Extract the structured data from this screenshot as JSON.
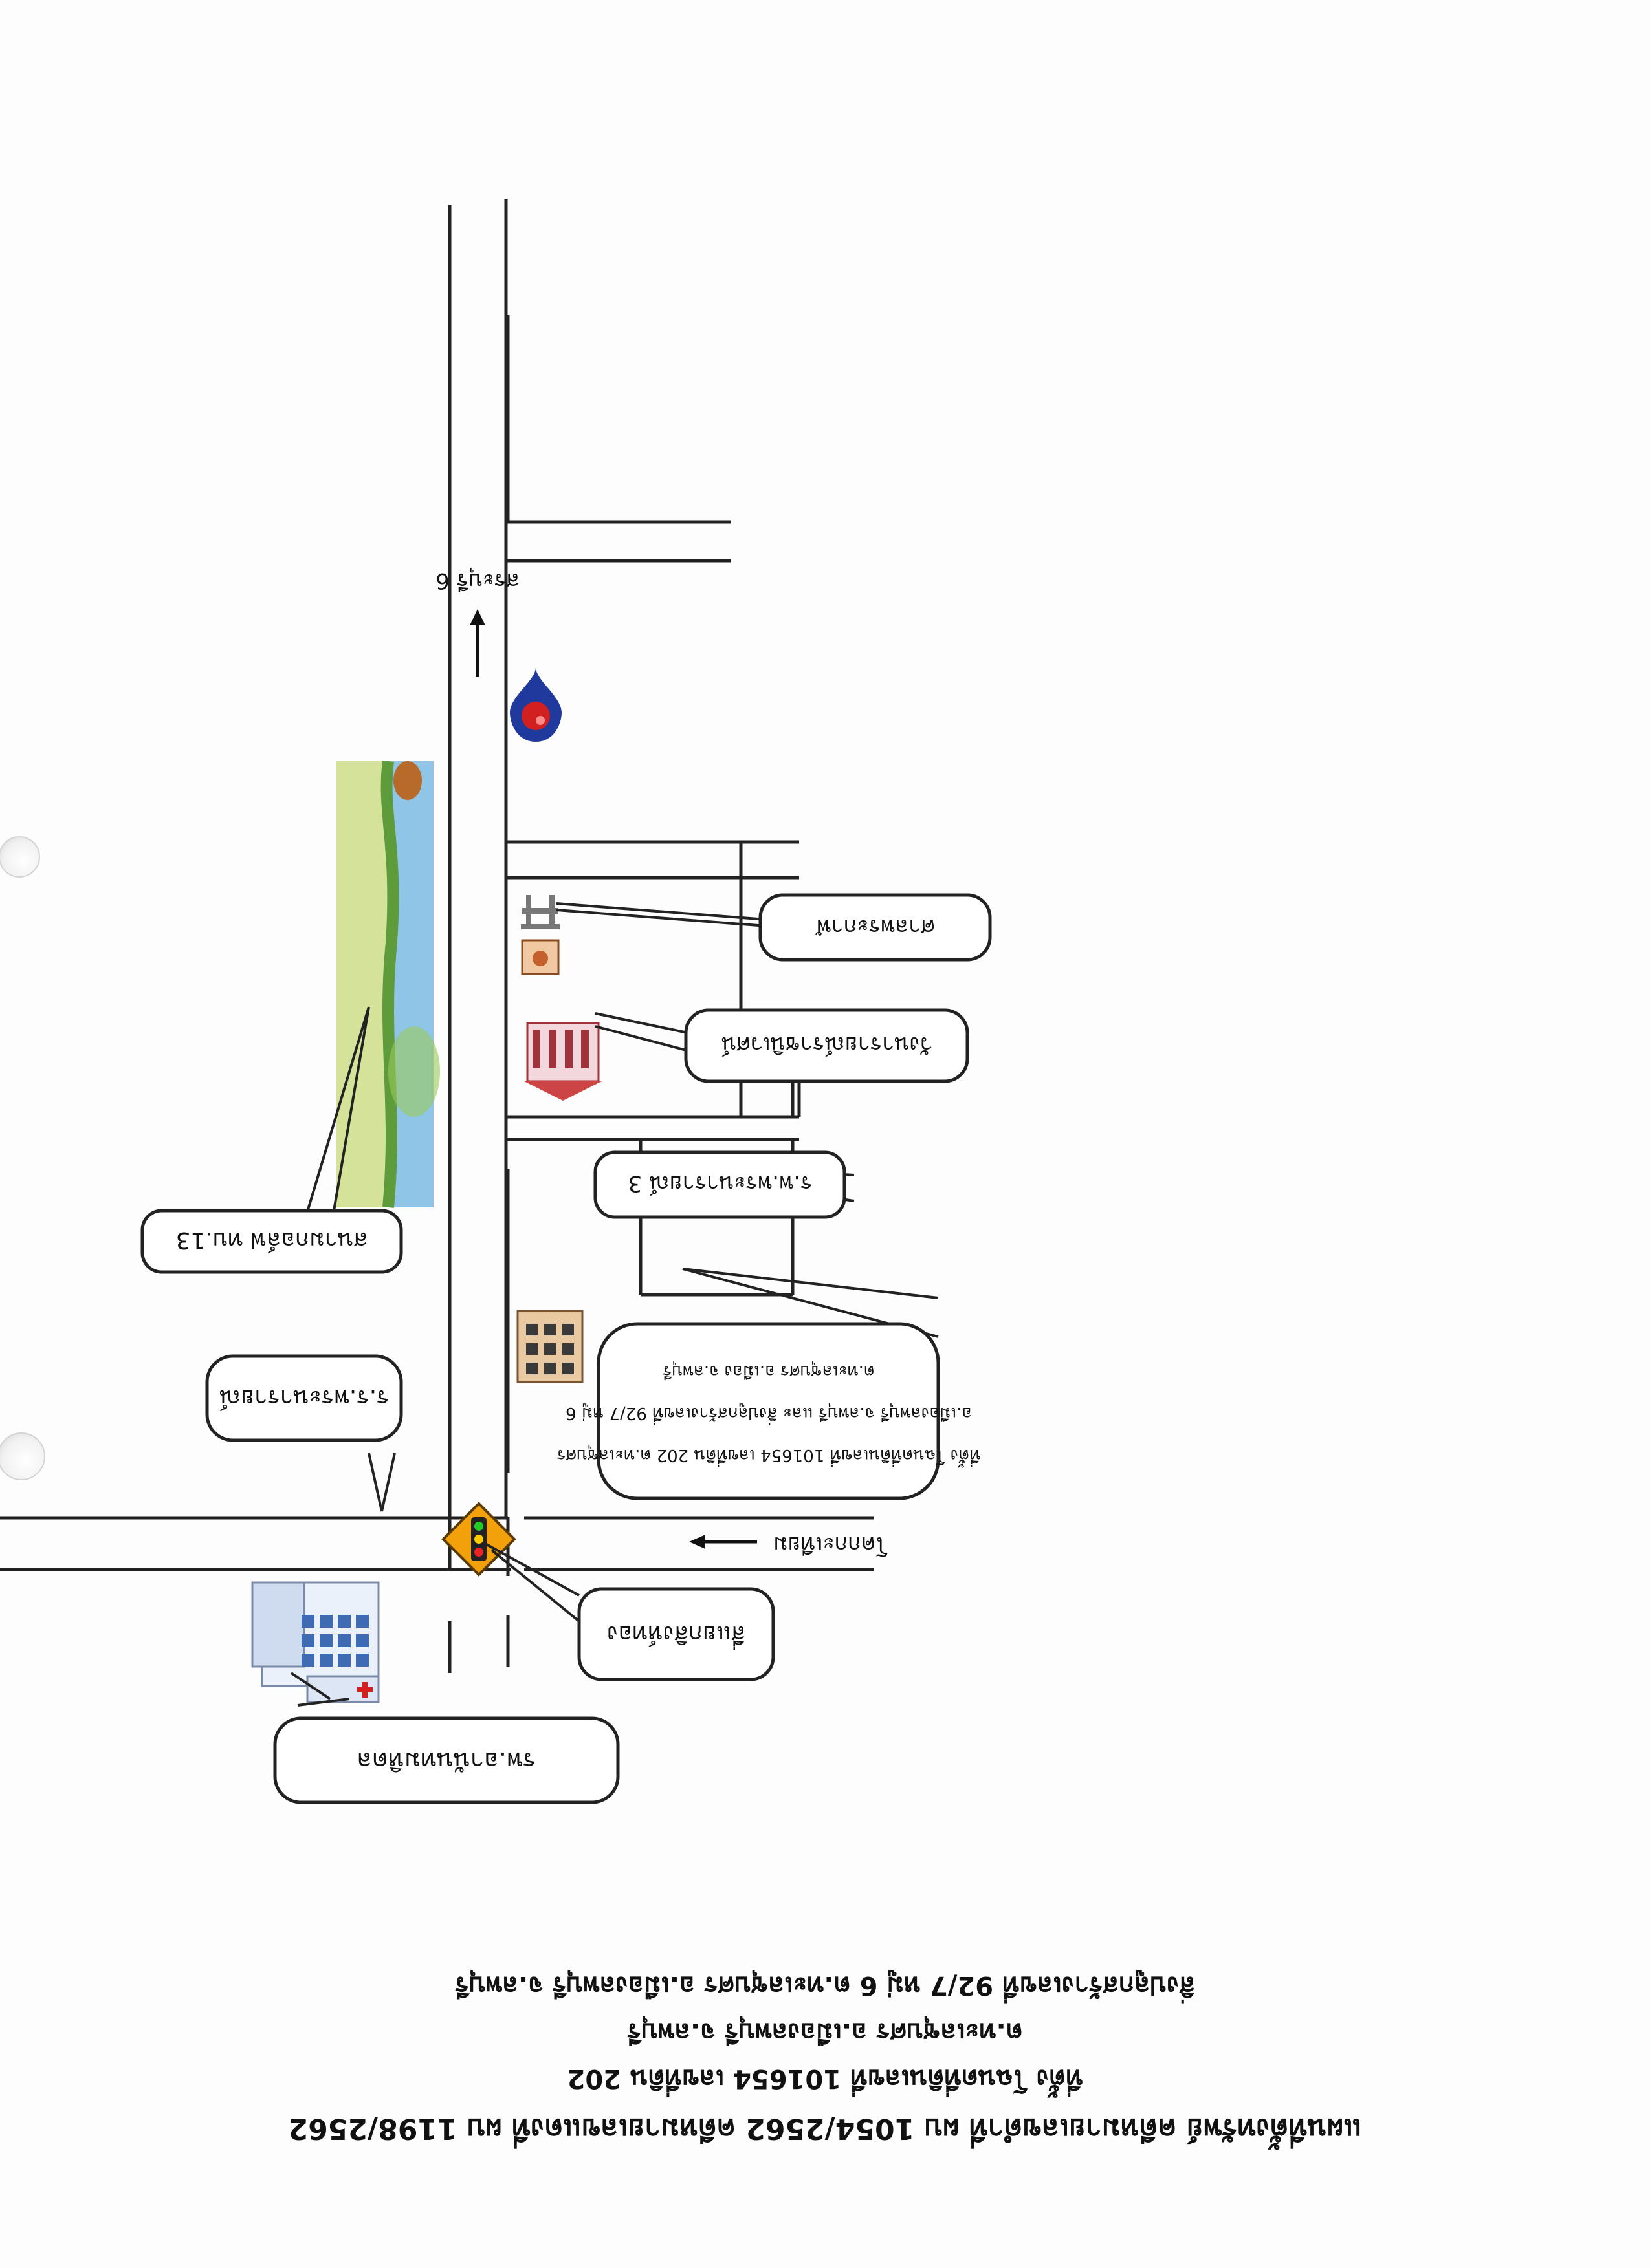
{
  "header": {
    "title": "แผนที่ตั้งทรัพย์ คดีหมายเลขดำที่ ผบ 1054/2562 คดีหมายเลขแดงที่ ผบ 1198/2562",
    "line1": "ที่ตั้ง โฉนดที่ดินเลขที่ 101654 เลขที่ดิน 202",
    "line2": "ต.ทะเลชุบศร อ.เมืองลพบุรี จ.ลพบุรี",
    "line3": "สิ่งปลูกสร้างเลขที่ 92/7 หมู่ 6 ต.ทะเลชุบศร อ.เมืองลพบุรี จ.ลพบุรี"
  },
  "map": {
    "road_top_label": "สระบุรี 6",
    "road_mid_label": "โคกกะเทียม",
    "callouts": {
      "hospital": "รพ.อานันทมหิดล",
      "signal": "สี่แยกสิงห์ทอง",
      "school": "ร.ร.พระนารายณ์",
      "golf": "สนามกอล์ฟ ทบ.13",
      "property": [
        "ที่ตั้ง โฉนดที่ดินเลขที่ 101654 เลขที่ดิน 202 ต.ทะเลชุบศร",
        "อ.เมืองลพบุรี จ.ลพบุรี และ สิ่งปลูกสร้างเลขที่ 92/7 หมู่ 6",
        "ต.ทะเลชุบศร อ.เมือง จ.ลพบุรี"
      ],
      "ramhill": "ร.พ.พระนารายณ์ 3",
      "palace": "วังนารายณ์ราชนิเวศน์",
      "shrine": "ศาลพระกาฬ"
    }
  },
  "colors": {
    "pin": "#d21f1f",
    "pin_outer": "#1f3a9c",
    "golf_grass": "#d5e39a",
    "golf_sky": "#8fc6e8",
    "signal": "#f2a10a"
  }
}
